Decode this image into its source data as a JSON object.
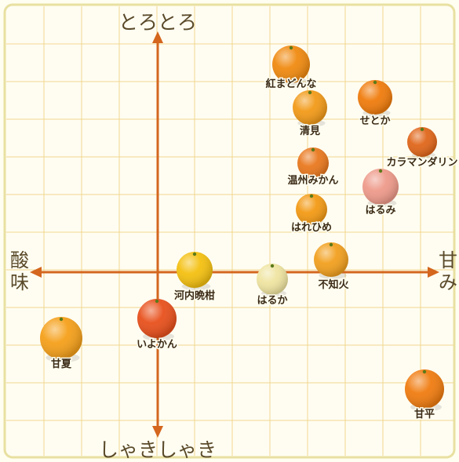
{
  "axis_labels": {
    "top": "とろとろ",
    "bottom": "しゃきしゃき",
    "left_1": "酸",
    "left_2": "味",
    "right_1": "甘",
    "right_2": "み"
  },
  "colors": {
    "background": "#fffef0",
    "grid": "#f0d890",
    "axis": "#d4661e",
    "text": "#3a2a16"
  },
  "fruits": [
    {
      "label": "紅まどんな",
      "color": "#f08a10"
    },
    {
      "label": "清見",
      "color": "#f29a18"
    },
    {
      "label": "せとか",
      "color": "#f07c0c"
    },
    {
      "label": "カラマンダリン",
      "color": "#e0661a"
    },
    {
      "label": "温州みかん",
      "color": "#e9781e"
    },
    {
      "label": "はるみ",
      "color": "#ee9a8a"
    },
    {
      "label": "はれひめ",
      "color": "#f39a14"
    },
    {
      "label": "不知火",
      "color": "#f2a01e"
    },
    {
      "label": "はるか",
      "color": "#efe4a0"
    },
    {
      "label": "河内晩柑",
      "color": "#f4c010"
    },
    {
      "label": "いよかん",
      "color": "#e8501c"
    },
    {
      "label": "甘夏",
      "color": "#f5a01a"
    },
    {
      "label": "甘平",
      "color": "#f07c10"
    }
  ]
}
